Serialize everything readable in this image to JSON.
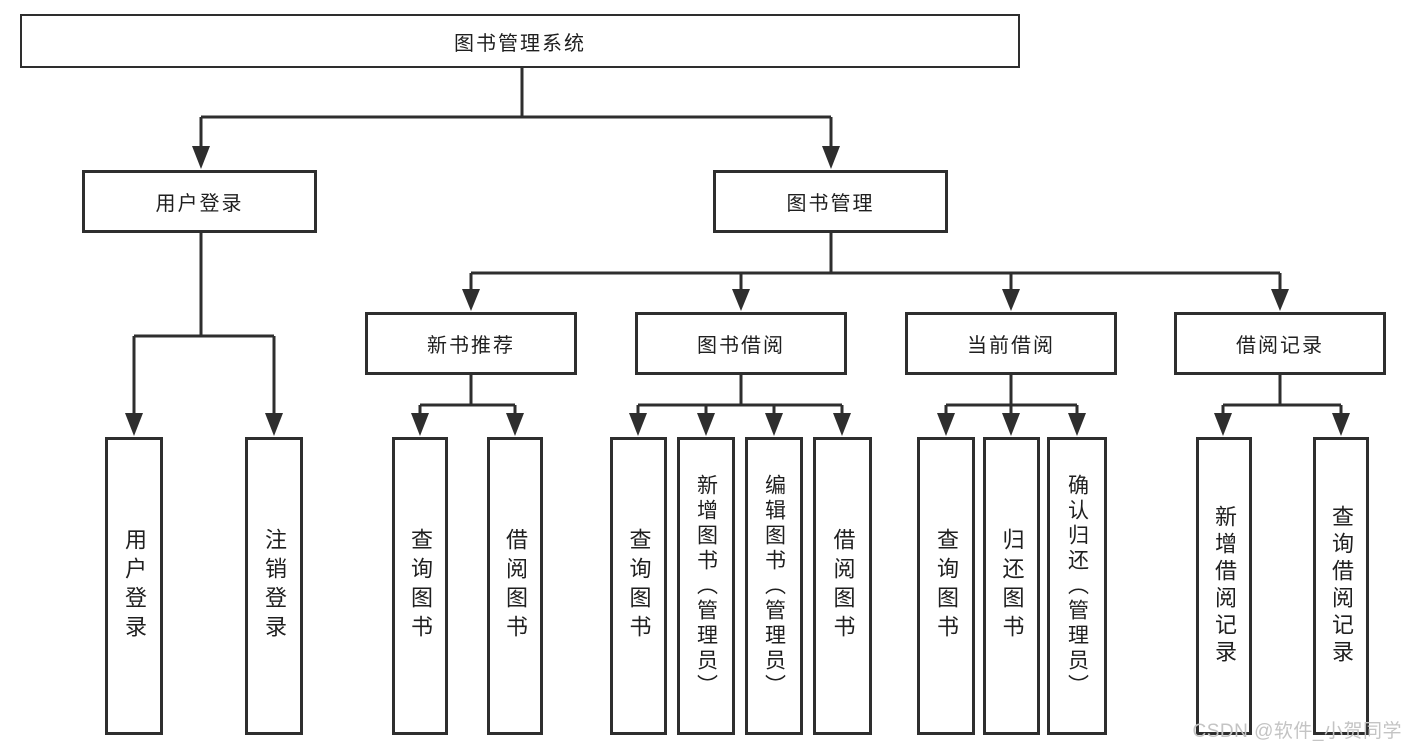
{
  "nodes": {
    "root": "图书管理系统",
    "level2": [
      "用户登录",
      "图书管理"
    ],
    "level3": [
      "新书推荐",
      "图书借阅",
      "当前借阅",
      "借阅记录"
    ],
    "leaves": {
      "user_login": [
        "用户登录",
        "注销登录"
      ],
      "new_books": [
        "查询图书",
        "借阅图书"
      ],
      "book_borrow": [
        "查询图书",
        "新增图书（管理员）",
        "编辑图书（管理员）",
        "借阅图书"
      ],
      "current_borrow": [
        "查询图书",
        "归还图书",
        "确认归还（管理员）"
      ],
      "borrow_records": [
        "新增借阅记录",
        "查询借阅记录"
      ]
    }
  },
  "watermark": "CSDN @软件_小贺同学",
  "colors": {
    "line": "#2e2e2e",
    "text": "#1f1f1f",
    "watermark": "#c4c4c4",
    "background": "#ffffff"
  }
}
